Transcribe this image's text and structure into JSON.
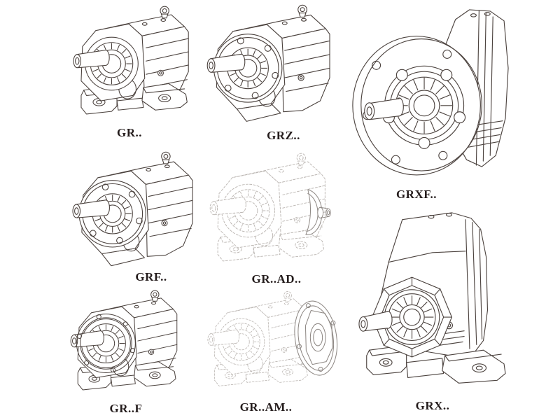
{
  "figures": [
    {
      "label": "GR..",
      "drawing": "foot-mounted-gear-reducer-drawing"
    },
    {
      "label": "GRZ..",
      "drawing": "flange-gear-reducer-drawing"
    },
    {
      "label": "GRXF..",
      "drawing": "large-flange-gear-reducer-drawing"
    },
    {
      "label": "GRF..",
      "drawing": "flange-gear-reducer-drawing"
    },
    {
      "label": "GR..AD..",
      "drawing": "phantom-gear-reducer-with-input-adapter-drawing"
    },
    {
      "label": "GRX..",
      "drawing": "large-foot-mounted-gear-reducer-drawing"
    },
    {
      "label": "GR..F",
      "drawing": "foot-and-flange-gear-reducer-drawing"
    },
    {
      "label": "GR..AM..",
      "drawing": "phantom-gear-reducer-with-motor-flange-drawing"
    }
  ],
  "colors": {
    "line": "#4c433f",
    "phantom_line": "#bcb7b3",
    "accent_line": "#8e8884",
    "label": "#241c1c",
    "background": "#ffffff"
  }
}
